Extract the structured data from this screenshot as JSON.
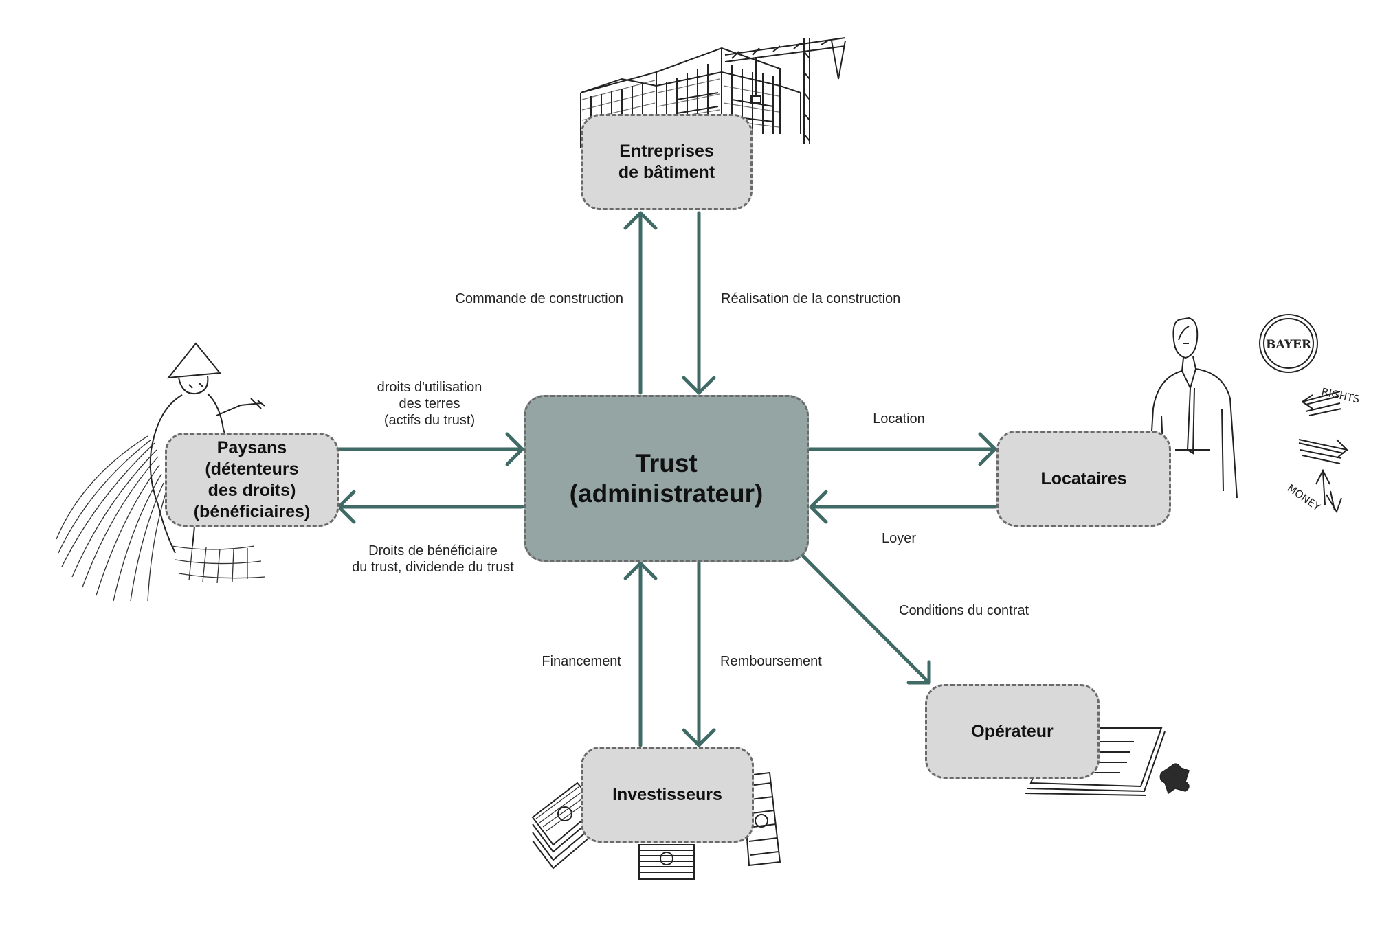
{
  "diagram": {
    "central_node": "Trust\n(administrateur)",
    "nodes": {
      "entreprises": "Entreprises\nde bâtiment",
      "paysans": "Paysans\n(détenteurs\ndes droits)\n(bénéficiaires)",
      "locataires": "Locataires",
      "investisseurs": "Investisseurs",
      "operateur": "Opérateur"
    },
    "flow_labels": {
      "commande": "Commande de construction",
      "realisation": "Réalisation de la construction",
      "droits_utilisation": "droits d'utilisation\ndes terres",
      "actifs_trust": "(actifs du trust)",
      "droits_beneficiaire": "Droits de bénéficiaire\ndu trust, dividende du trust",
      "location": "Location",
      "loyer": "Loyer",
      "conditions": "Conditions du contrat",
      "financement": "Financement",
      "remboursement": "Remboursement"
    },
    "sketch_texts": {
      "rights": "RIGHTS",
      "money": "MONEY",
      "logo": "BAYER"
    },
    "colors": {
      "arrow": "#3f6a65",
      "central_fill": "#94a5a3",
      "node_fill": "#d9d9d9",
      "node_border": "#6a6a6a"
    }
  }
}
